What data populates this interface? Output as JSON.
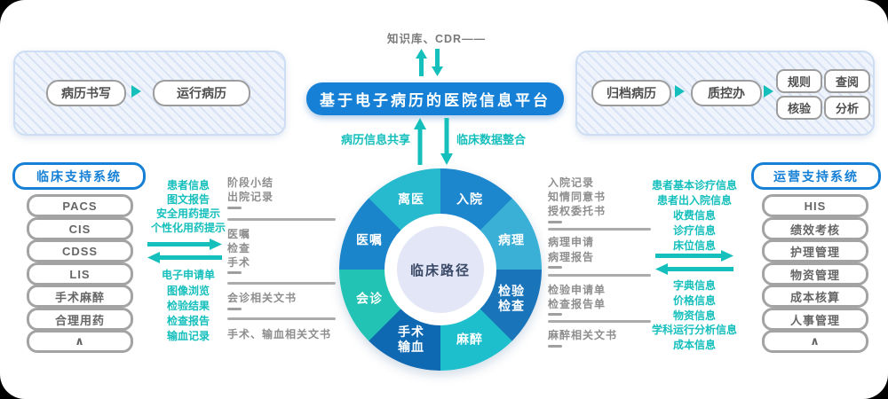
{
  "colors": {
    "accent_blue": "#1580d5",
    "accent_teal": "#14bfbc",
    "gray_text": "#8e8e8e",
    "center_fill": "#e3e6f6"
  },
  "top": {
    "note": "知识库、CDR——",
    "title": "基于电子病历的医院信息平台",
    "share_label": "病历信息共享",
    "integrate_label": "临床数据整合"
  },
  "record_box": {
    "write": "病历书写",
    "run": "运行病历"
  },
  "archive_box": {
    "archive": "归档病历",
    "qc": "质控办",
    "grid": [
      "规则",
      "查阅",
      "核验",
      "分析"
    ]
  },
  "left_panel": {
    "header": "临床支持系统",
    "items": [
      "PACS",
      "CIS",
      "CDSS",
      "LIS",
      "手术麻醉",
      "合理用药",
      "∧"
    ]
  },
  "right_panel": {
    "header": "运营支持系统",
    "items": [
      "HIS",
      "绩效考核",
      "护理管理",
      "物资管理",
      "成本核算",
      "人事管理",
      "∧"
    ]
  },
  "wheel": {
    "center": "临床路径",
    "segments": [
      {
        "label": "入院",
        "color": "#1d87cd"
      },
      {
        "label": "病理",
        "color": "#3ab0d6"
      },
      {
        "label": "检验\n检查",
        "color": "#1a74ba"
      },
      {
        "label": "麻醉",
        "color": "#1dbfcd"
      },
      {
        "label": "手术\n输血",
        "color": "#0e68b2"
      },
      {
        "label": "会诊",
        "color": "#22c3b4"
      },
      {
        "label": "医嘱",
        "color": "#1a85cb"
      },
      {
        "label": "离医",
        "color": "#27b9cd"
      }
    ]
  },
  "left_flow": {
    "above": [
      "患者信息",
      "图文报告",
      "安全用药提示",
      "个性化用药提示"
    ],
    "below": [
      "电子申请单",
      "图像浏览",
      "检验结果",
      "检查报告",
      "输血记录"
    ]
  },
  "left_docs": {
    "group1": [
      "阶段小结",
      "出院记录"
    ],
    "group2": [
      "医嘱",
      "检查",
      "手术"
    ],
    "group3": [
      "会诊相关文书"
    ],
    "group4": [
      "手术、输血相关文书"
    ]
  },
  "right_docs": {
    "group1": [
      "入院记录",
      "知情同意书",
      "授权委托书"
    ],
    "group2": [
      "病理申请",
      "病理报告"
    ],
    "group3": [
      "检验申请单",
      "检查报告单"
    ],
    "group4": [
      "麻醉相关文书"
    ]
  },
  "right_flow": {
    "above": [
      "患者基本诊疗信息",
      "患者出入院信息",
      "收费信息",
      "诊疗信息",
      "床位信息"
    ],
    "below": [
      "字典信息",
      "价格信息",
      "物资信息",
      "学科运行分析信息",
      "成本信息"
    ]
  }
}
